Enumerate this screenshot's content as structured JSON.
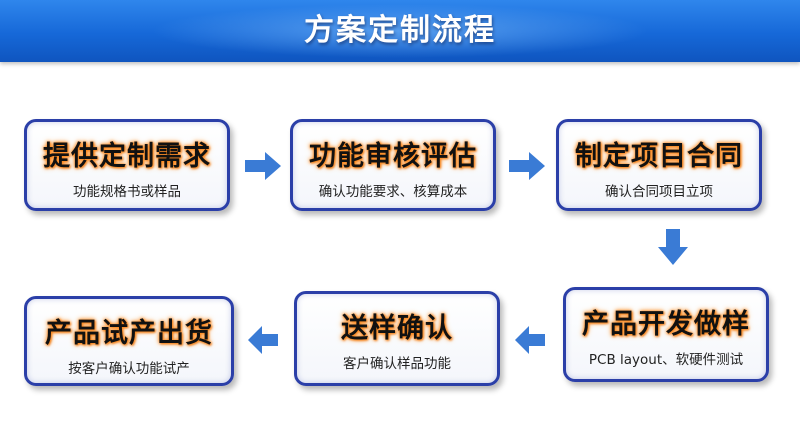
{
  "header": {
    "title": "方案定制流程"
  },
  "steps": [
    {
      "title": "提供定制需求",
      "subtitle": "功能规格书或样品"
    },
    {
      "title": "功能审核评估",
      "subtitle": "确认功能要求、核算成本"
    },
    {
      "title": "制定项目合同",
      "subtitle": "确认合同项目立项"
    },
    {
      "title": "产品开发做样",
      "subtitle": "PCB layout、软硬件测试"
    },
    {
      "title": "送样确认",
      "subtitle": "客户确认样品功能"
    },
    {
      "title": "产品试产出货",
      "subtitle": "按客户确认功能试产"
    }
  ],
  "colors": {
    "header_blue": "#1668d8",
    "box_border": "#2b3fa8",
    "arrow": "#3a7bd5",
    "title_glow": "#ff8a1f"
  }
}
